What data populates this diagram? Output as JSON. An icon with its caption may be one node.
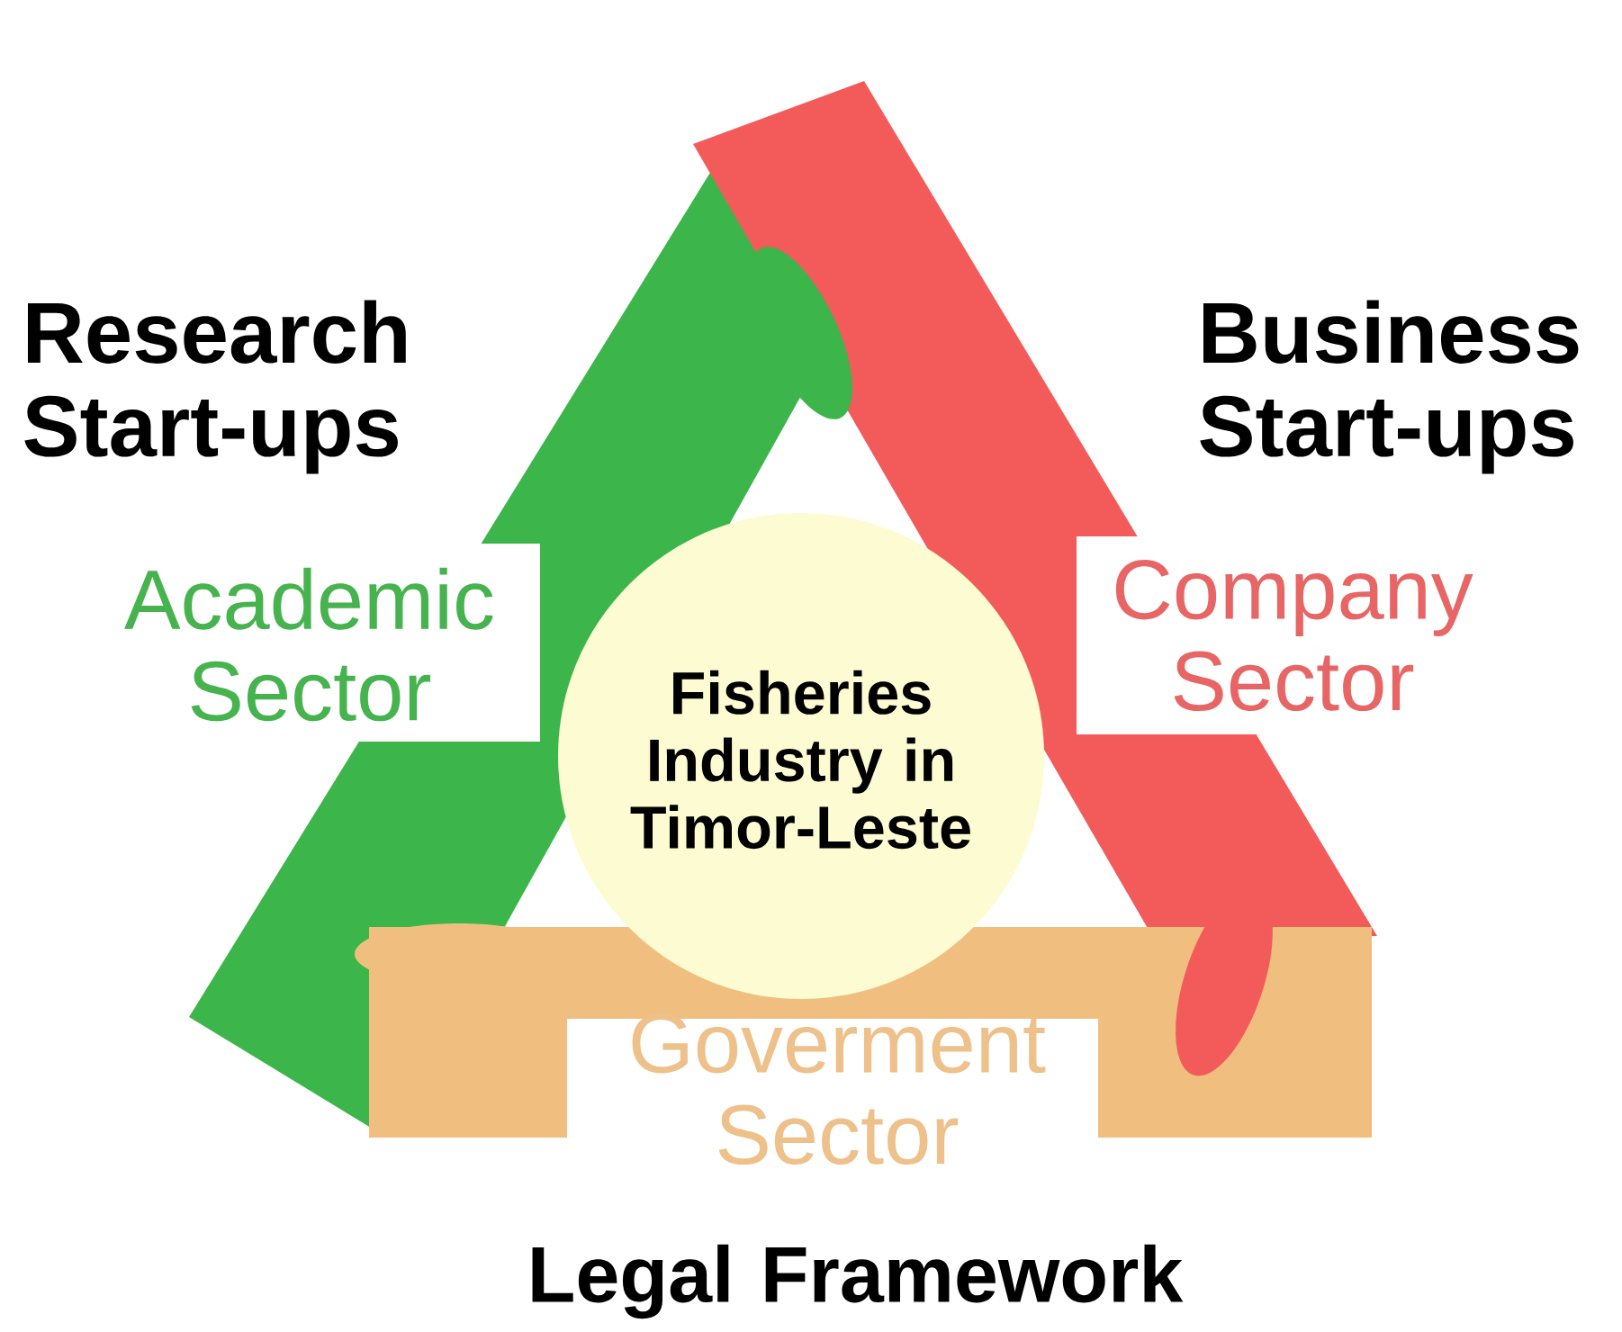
{
  "diagram": {
    "nodes": [
      {
        "text": [
          "Fisheries Industry in Timor-Leste"
        ]
      }
    ],
    "labels": [
      "Research Start-ups",
      "Business Start-ups",
      "Academic Sector",
      "Company Sector",
      "Goverment Sector",
      "Legal Framework"
    ]
  }
}
